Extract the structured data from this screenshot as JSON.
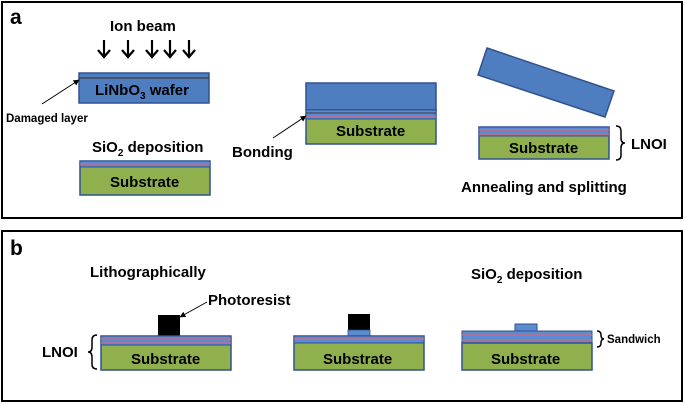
{
  "colors": {
    "wafer": "#4f7ec0",
    "wafer_stroke": "#2f528f",
    "substrate": "#8fb04c",
    "thin_layer": "#5b8bd0",
    "damaged_line": "#3a3a3a",
    "oxide_line": "#d9677a",
    "photoresist": "#000000",
    "frame": "#000000"
  },
  "panel_a": {
    "letter": "a",
    "ion_beam": "Ion beam",
    "arrow_icons": [
      "arrow-down-icon",
      "arrow-down-icon",
      "arrow-down-icon",
      "arrow-down-icon",
      "arrow-down-icon"
    ],
    "wafer": {
      "prefix": "LiNbO",
      "sub": "3",
      "suffix": " wafer"
    },
    "damaged_layer": "Damaged layer",
    "sio2_deposition": {
      "prefix": "SiO",
      "sub": "2",
      "suffix": " deposition"
    },
    "substrate": "Substrate",
    "bonding": "Bonding",
    "lnoi": "LNOI",
    "annealing": "Annealing and splitting"
  },
  "panel_b": {
    "letter": "b",
    "lithography": "Lithographically",
    "photoresist": "Photoresist",
    "sio2_deposition": {
      "prefix": "SiO",
      "sub": "2",
      "suffix": " deposition"
    },
    "lnoi": "LNOI",
    "sandwich": "Sandwich",
    "substrate": "Substrate"
  }
}
